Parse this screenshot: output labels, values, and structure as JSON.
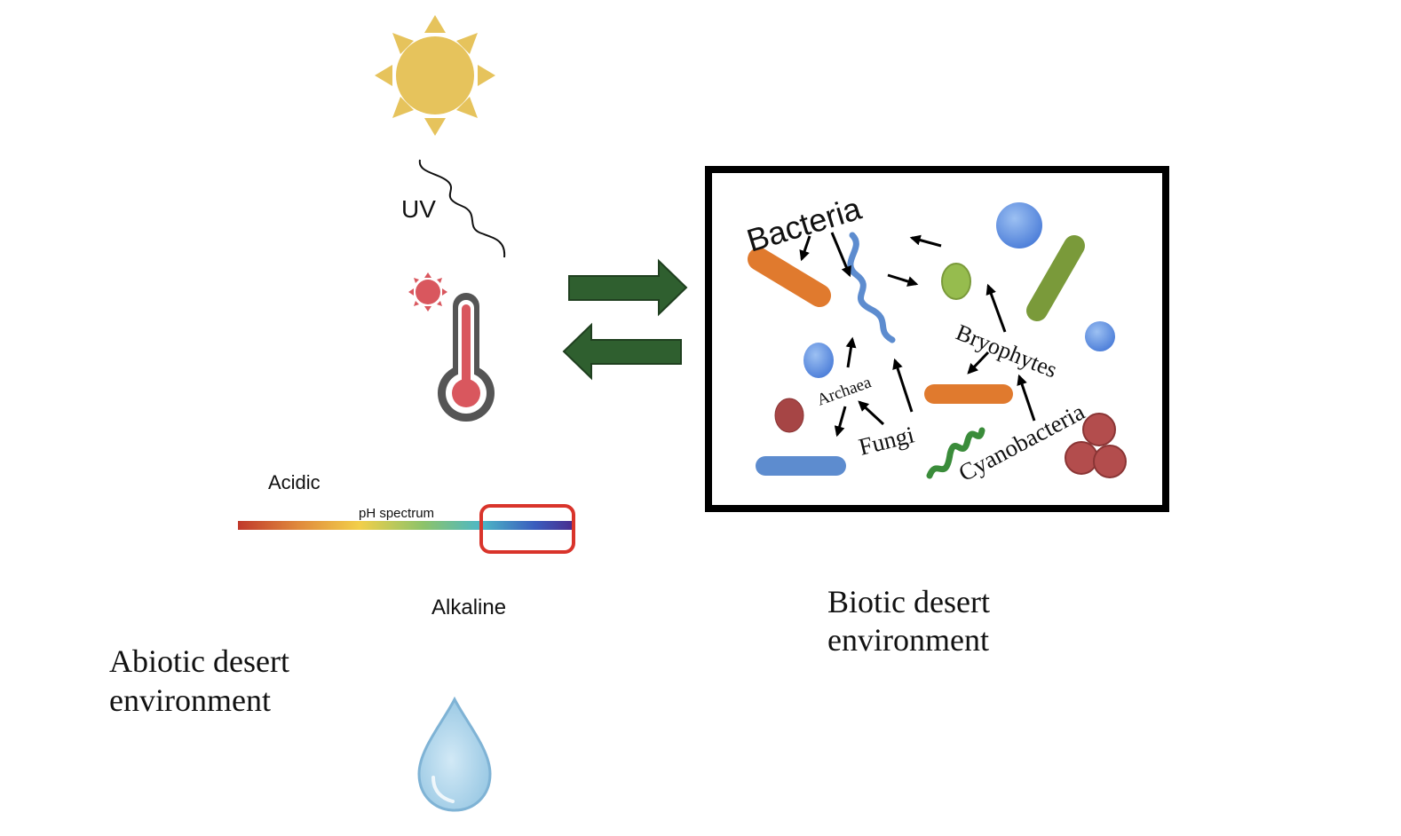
{
  "abiotic": {
    "uv_label": "UV",
    "acidic_label": "Acidic",
    "ph_label": "pH spectrum",
    "alkaline_label": "Alkaline",
    "caption_line1": "Abiotic desert",
    "caption_line2": "environment"
  },
  "biotic": {
    "caption_line1": "Biotic desert",
    "caption_line2": "environment",
    "organisms": {
      "bacteria": "Bacteria",
      "archaea": "Archaea",
      "fungi": "Fungi",
      "bryophytes": "Bryophytes",
      "cyanobacteria": "Cyanobacteria"
    }
  },
  "colors": {
    "sun": "#E6C35C",
    "arrow_green": "#2F5F2F",
    "thermometer_red": "#D9575E",
    "ph_highlight": "#D9342B",
    "water": "#A9D3EA"
  },
  "icons": [
    "sun-icon",
    "uv-wave-icon",
    "thermometer-icon",
    "hot-sun-icon",
    "water-drop-icon"
  ]
}
